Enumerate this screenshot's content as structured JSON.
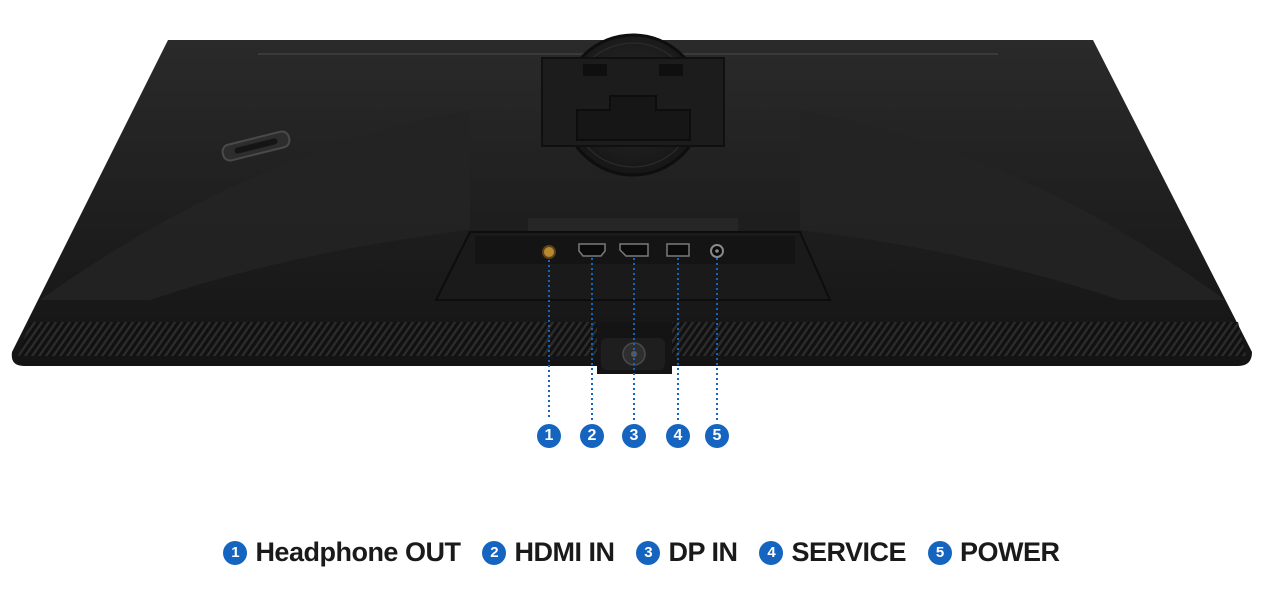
{
  "colors": {
    "accent": "#1565c0",
    "monitor_body": "#1f1f20",
    "label_text": "#1a1a1a"
  },
  "ports": [
    {
      "number": "1",
      "label": "Headphone OUT"
    },
    {
      "number": "2",
      "label": "HDMI IN"
    },
    {
      "number": "3",
      "label": "DP IN"
    },
    {
      "number": "4",
      "label": "SERVICE"
    },
    {
      "number": "5",
      "label": "POWER"
    }
  ]
}
